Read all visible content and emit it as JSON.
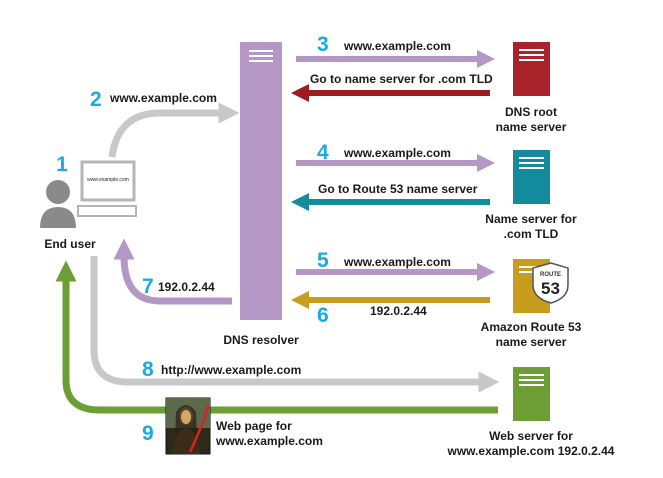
{
  "diagram": {
    "steps": {
      "s1": "1",
      "s2": "2",
      "s3": "3",
      "s4": "4",
      "s5": "5",
      "s6": "6",
      "s7": "7",
      "s8": "8",
      "s9": "9"
    },
    "labels": {
      "step2": "www.example.com",
      "step3": "www.example.com",
      "step3_reply": "Go to name server for .com TLD",
      "step4": "www.example.com",
      "step4_reply": "Go to Route 53 name server",
      "step5": "www.example.com",
      "step6": "192.0.2.44",
      "step7": "192.0.2.44",
      "step8": "http://www.example.com",
      "step9_line1": "Web page for",
      "step9_line2": "www.example.com",
      "screen_text": "www.example.com",
      "route53_badge_top": "ROUTE",
      "route53_badge_num": "53"
    },
    "nodes": {
      "end_user": "End user",
      "dns_resolver": "DNS resolver",
      "root_line1": "DNS root",
      "root_line2": "name server",
      "tld_line1": "Name server for",
      "tld_line2": ".com TLD",
      "r53_line1": "Amazon Route 53",
      "r53_line2": "name server",
      "web_line1": "Web server for",
      "web_line2": "www.example.com 192.0.2.44"
    },
    "colors": {
      "step_number": "#1ba9e3",
      "resolver": "#b497c4",
      "root_server": "#a8232a",
      "tld_server": "#138b9c",
      "route53_server": "#c89c1c",
      "web_server": "#6d9e36",
      "arrow_gray": "#c8c8c8",
      "arrow_purple": "#b497c4",
      "arrow_red": "#9e1b1f",
      "arrow_teal": "#128d9d",
      "arrow_gold": "#c89c1c",
      "arrow_green": "#6d9e36"
    },
    "icons": {
      "user": "user-icon",
      "computer": "computer-icon",
      "server": "server-icon",
      "route53": "route53-shield-icon",
      "webpage": "mona-lisa-image-icon"
    }
  }
}
